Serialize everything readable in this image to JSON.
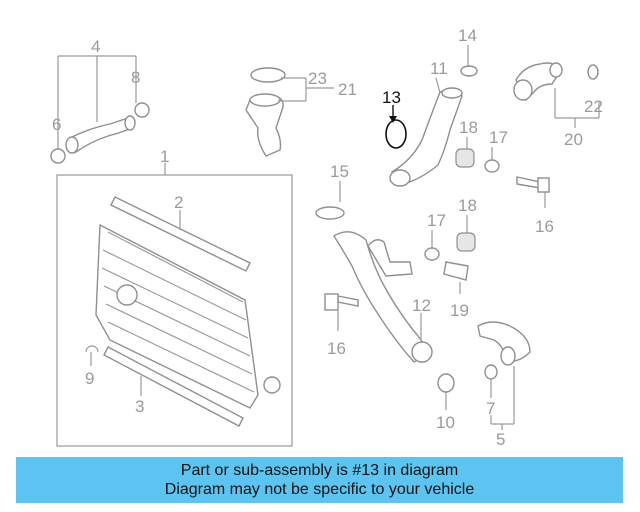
{
  "callouts": {
    "c1": "1",
    "c2": "2",
    "c3": "3",
    "c4": "4",
    "c5": "5",
    "c6": "6",
    "c7": "7",
    "c8": "8",
    "c9": "9",
    "c10": "10",
    "c11": "11",
    "c12": "12",
    "c13": "13",
    "c14": "14",
    "c15": "15",
    "c16a": "16",
    "c16b": "16",
    "c17a": "17",
    "c17b": "17",
    "c18a": "18",
    "c18b": "18",
    "c19": "19",
    "c20": "20",
    "c21": "21",
    "c22": "22",
    "c23": "23"
  },
  "highlighted_part": "13",
  "colors": {
    "banner_bg": "#5bc4f0",
    "line_art": "#9a9a9a",
    "highlight": "#111111"
  },
  "banner": {
    "line1": "Part or sub-assembly is #13 in diagram",
    "line2": "Diagram may not be specific to your vehicle"
  }
}
